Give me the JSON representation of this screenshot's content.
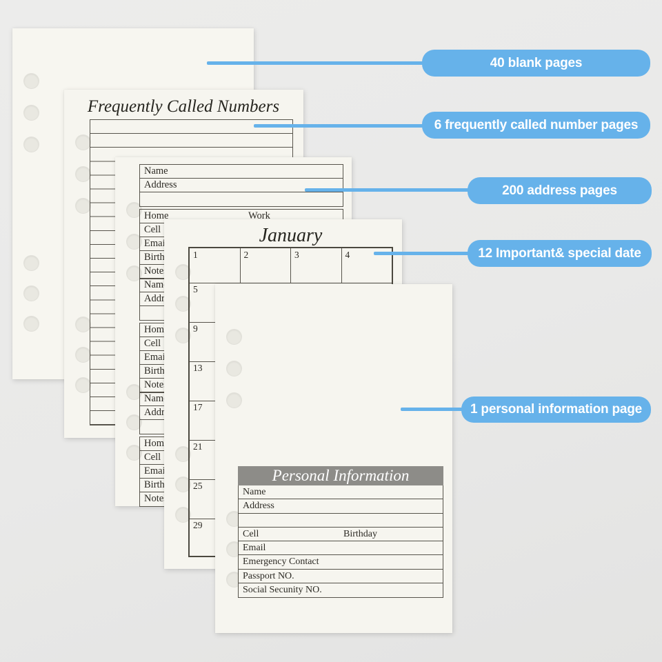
{
  "colors": {
    "accent_blue": "#66b2ea",
    "page_cream": "#f6f5ef",
    "personal_header_gray": "#8d8c88",
    "table_line": "#56534b",
    "background_gray": "#e9e9e8"
  },
  "callouts": {
    "blank_pages": "40 blank pages",
    "frequent_numbers": "6 frequently called number pages",
    "address_pages": "200 address  pages",
    "special_dates": "12 Important& special date",
    "personal_info": "1 personal information page"
  },
  "frequently_called_page": {
    "title": "Frequently Called Numbers"
  },
  "address_page": {
    "contact_rows": [
      "Name",
      "Address",
      ""
    ],
    "detail_rows": [
      "Home",
      "Cell",
      "Email",
      "Birthday",
      "Notes"
    ],
    "work_label": "Work"
  },
  "calendar_page": {
    "title": "January",
    "week_row": [
      "1",
      "2",
      "3",
      "4"
    ],
    "date_column": [
      "5",
      "9",
      "13",
      "17",
      "21",
      "25",
      "29"
    ]
  },
  "personal_page": {
    "title": "Personal Information",
    "rows": [
      "Name",
      "Address",
      "",
      "Cell",
      "Email",
      "Emergency Contact",
      "Passport NO.",
      "Social Secunity NO."
    ],
    "birthday_label": "Birthday"
  }
}
